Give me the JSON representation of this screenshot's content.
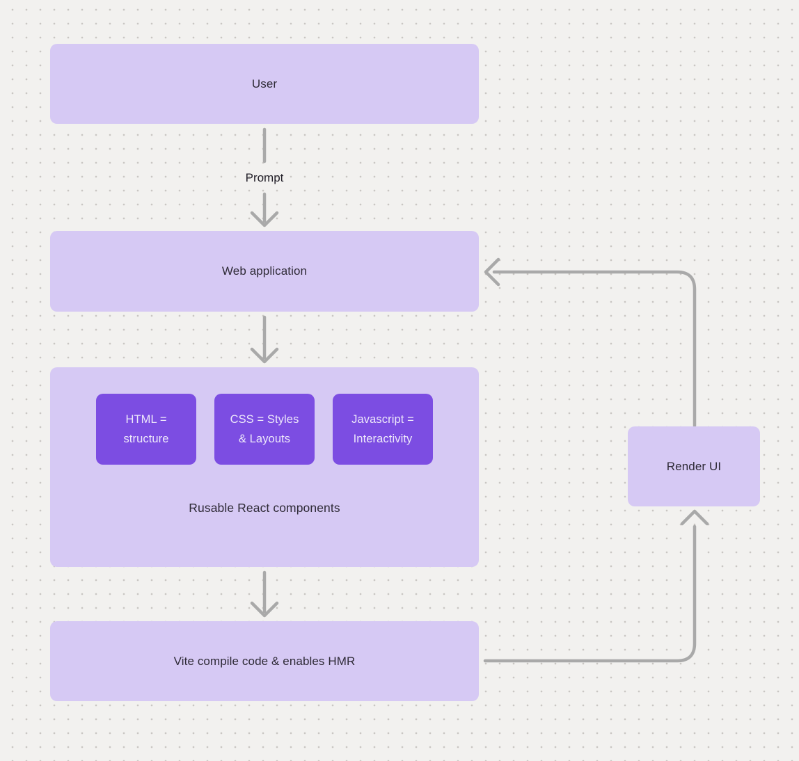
{
  "diagram": {
    "background": {
      "fill": "#f2f1ef",
      "dot_color": "#c9c6c3"
    },
    "palette": {
      "node_fill": "#d6c9f4",
      "chip_fill": "#7c4de2",
      "chip_text": "#ede8fa",
      "node_text": "#2e2a36",
      "connector": "#a9a9a9"
    },
    "nodes": {
      "user": {
        "label": "User"
      },
      "web_application": {
        "label": "Web application"
      },
      "components": {
        "caption": "Rusable React components",
        "chips": [
          {
            "lines": [
              "HTML =",
              "structure"
            ]
          },
          {
            "lines": [
              "CSS = Styles",
              "& Layouts"
            ]
          },
          {
            "lines": [
              "Javascript =",
              "Interactivity"
            ]
          }
        ]
      },
      "vite": {
        "label": "Vite compile code & enables HMR"
      },
      "render_ui": {
        "label": "Render UI"
      }
    },
    "edges": {
      "prompt": {
        "label": "Prompt"
      }
    }
  }
}
